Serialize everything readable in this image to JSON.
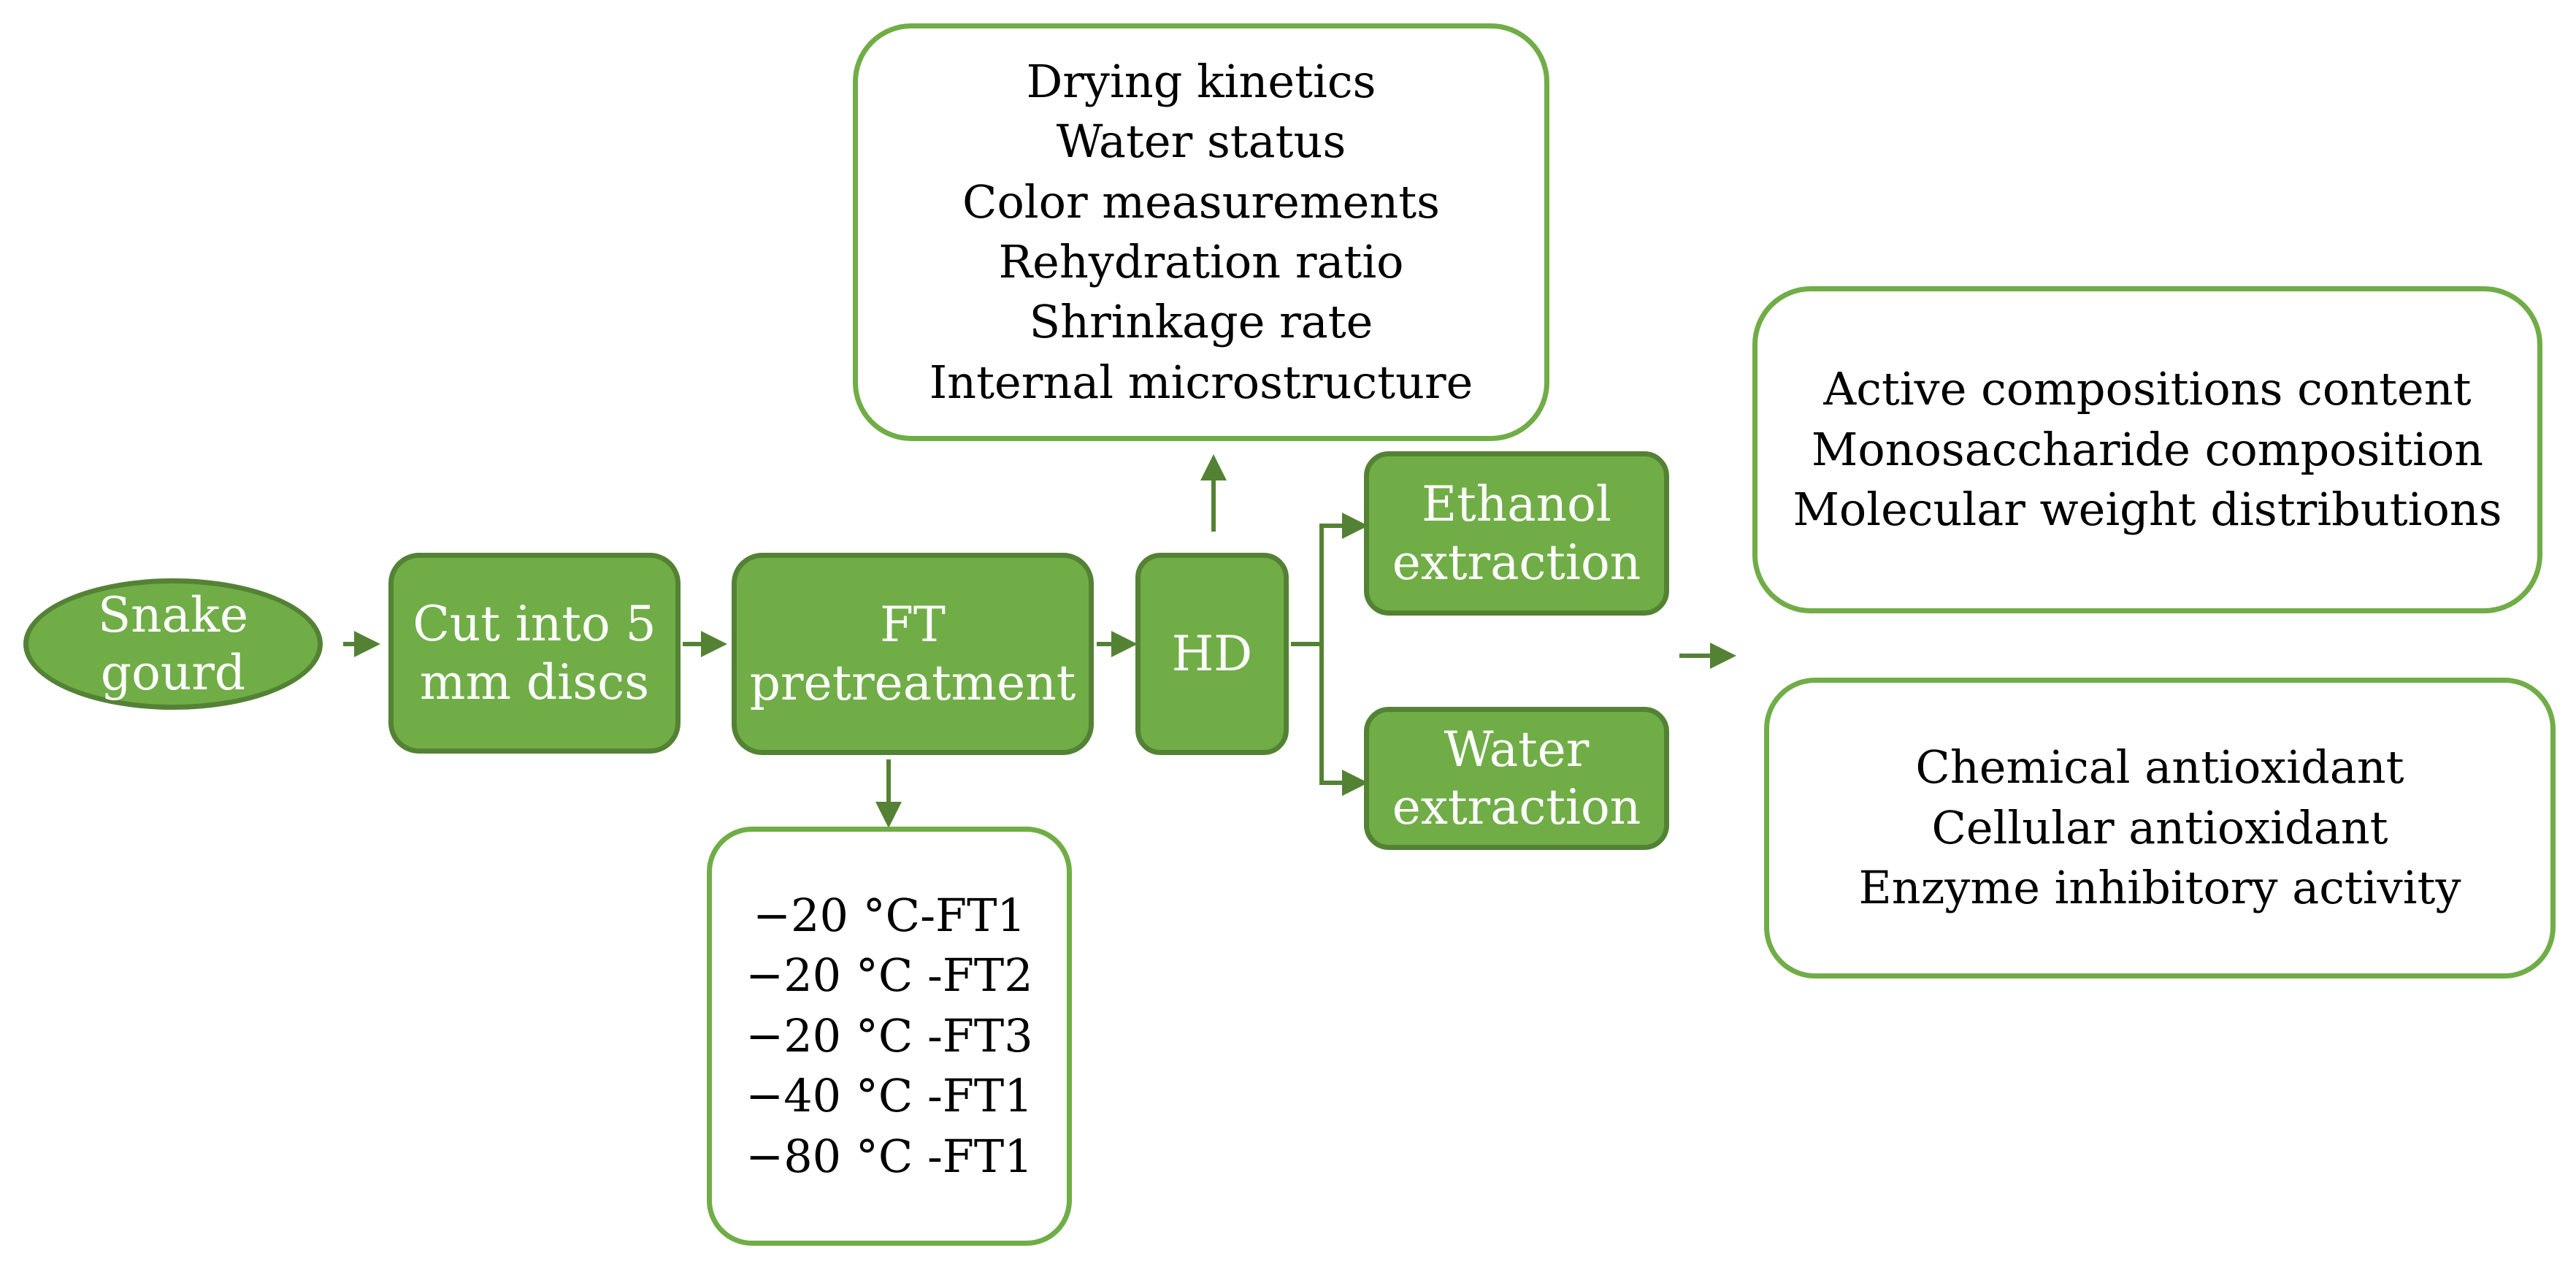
{
  "colors": {
    "fill": "#70ad47",
    "fill_border": "#548235",
    "outline": "#70ad47",
    "arrow": "#548235"
  },
  "nodes": {
    "snake_gourd": [
      "Snake",
      "gourd"
    ],
    "cut_discs": [
      "Cut into 5",
      "mm discs"
    ],
    "ft_pretreatment": [
      "FT",
      "pretreatment"
    ],
    "hd": [
      "HD"
    ],
    "ethanol_extraction": [
      "Ethanol",
      "extraction"
    ],
    "water_extraction": [
      "Water",
      "extraction"
    ]
  },
  "ft_conditions": [
    "−20 °C-FT1",
    "−20 °C -FT2",
    "−20 °C -FT3",
    "−40 °C -FT1",
    "−80 °C -FT1"
  ],
  "hd_measurements": [
    "Drying kinetics",
    "Water status",
    "Color measurements",
    "Rehydration ratio",
    "Shrinkage rate",
    "Internal microstructure"
  ],
  "composition_analyses": [
    "Active compositions content",
    "Monosaccharide composition",
    "Molecular weight distributions"
  ],
  "bioactivity_analyses": [
    "Chemical antioxidant",
    "Cellular antioxidant",
    "Enzyme inhibitory activity"
  ]
}
